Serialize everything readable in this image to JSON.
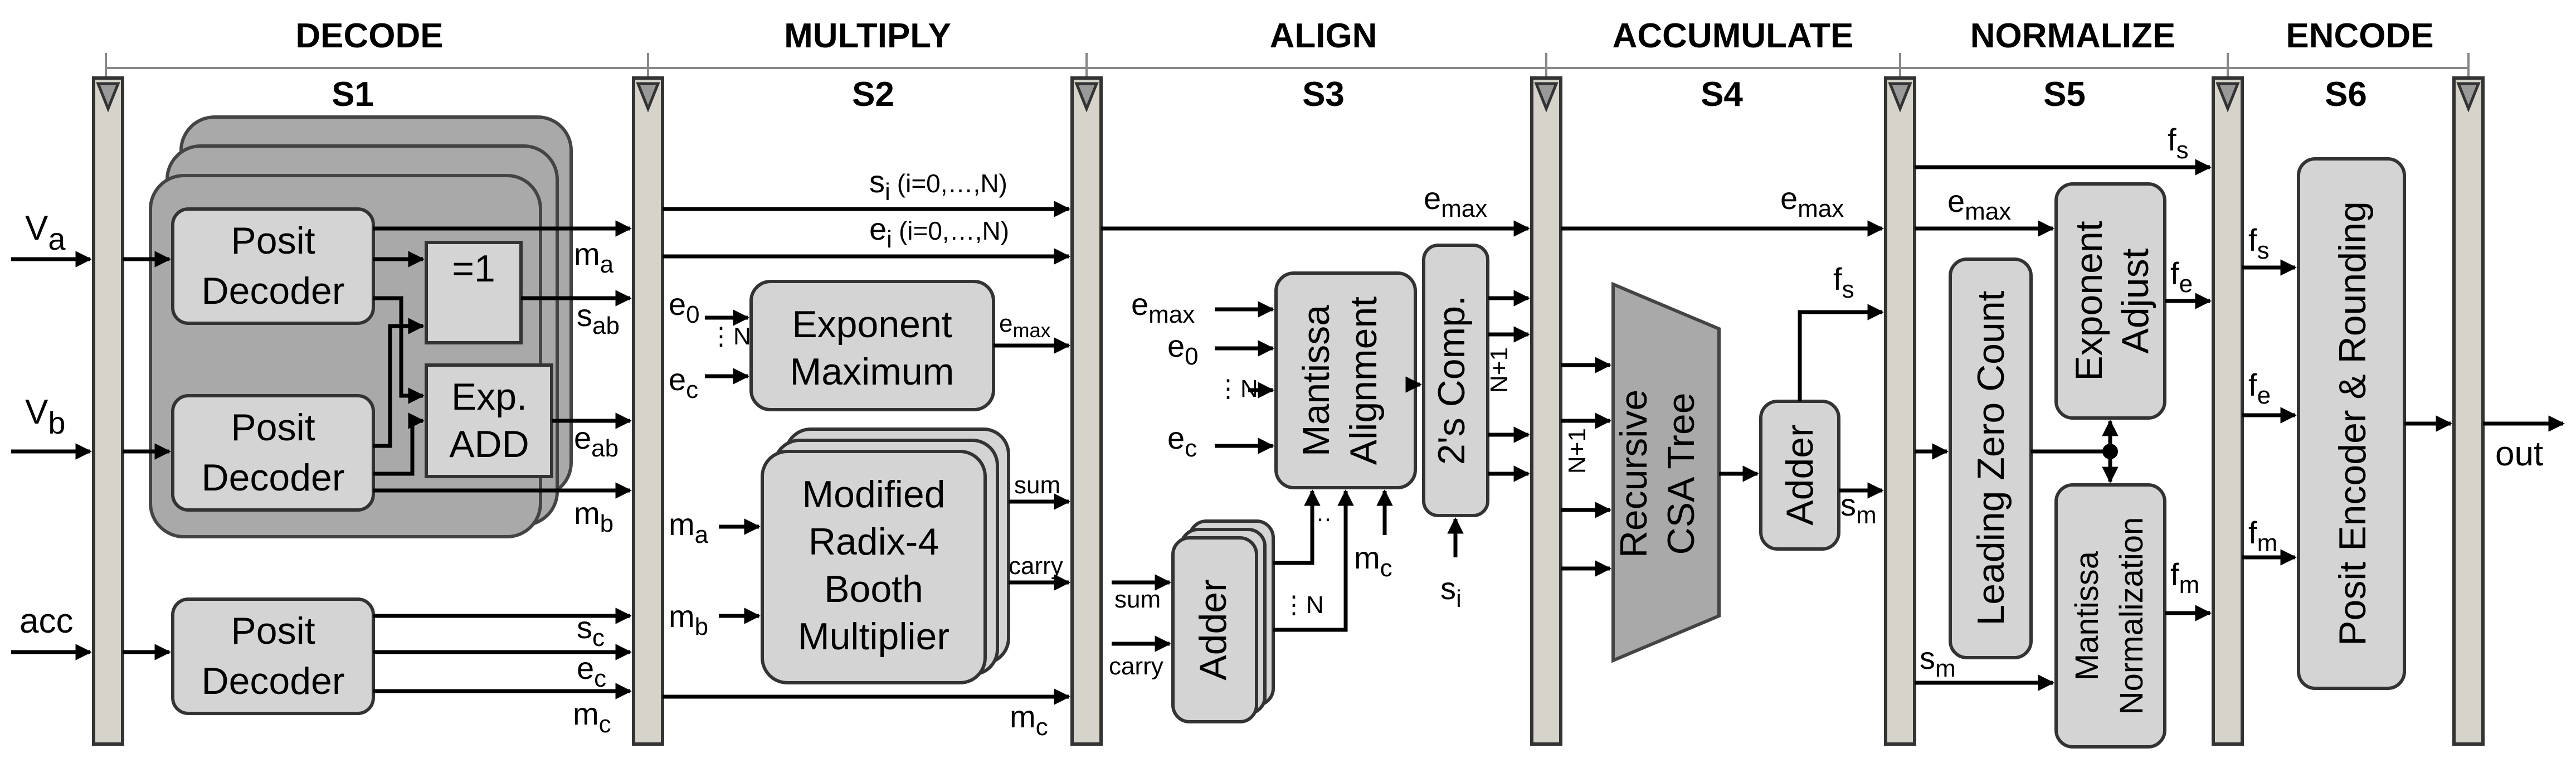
{
  "stages": [
    "DECODE",
    "MULTIPLY",
    "ALIGN",
    "ACCUMULATE",
    "NORMALIZE",
    "ENCODE"
  ],
  "stage_ids": [
    "S1",
    "S2",
    "S3",
    "S4",
    "S5",
    "S6"
  ],
  "inputs": {
    "va": "V",
    "va_sub": "a",
    "vb": "V",
    "vb_sub": "b",
    "acc": "acc"
  },
  "output": "out",
  "blocks": {
    "posit_decoder": [
      "Posit",
      "Decoder"
    ],
    "eq_one": "=1",
    "exp_add": [
      "Exp.",
      "ADD"
    ],
    "exponent_maximum": [
      "Exponent",
      "Maximum"
    ],
    "booth": [
      "Modified",
      "Radix-4",
      "Booth",
      "Multiplier"
    ],
    "mantissa_alignment": [
      "Mantissa",
      "Alignment"
    ],
    "adder": "Adder",
    "twos_comp": "2's Comp.",
    "csa_tree": [
      "Recursive",
      "CSA Tree"
    ],
    "leading_zero_count": "Leading Zero Count",
    "exponent_adjust": [
      "Exponent",
      "Adjust"
    ],
    "mantissa_normalization": [
      "Mantissa",
      "Normalization"
    ],
    "posit_encoder": "Posit Encoder & Rounding"
  },
  "signals": {
    "m": "m",
    "s": "s",
    "e": "e",
    "f": "f",
    "sub_a": "a",
    "sub_ab": "ab",
    "sub_b": "b",
    "sub_c": "c",
    "sub_i": "i",
    "sub_0": "0",
    "sub_max": "max",
    "sub_s": "s",
    "sub_e": "e",
    "sub_m": "m",
    "si_range": "(i=0,…,N)",
    "ei_range": "(i=0,…,N)",
    "dots_n": "⋮N",
    "n_plus_1": "N+1",
    "ellipsis": "…",
    "sum": "sum",
    "carry": "carry"
  }
}
